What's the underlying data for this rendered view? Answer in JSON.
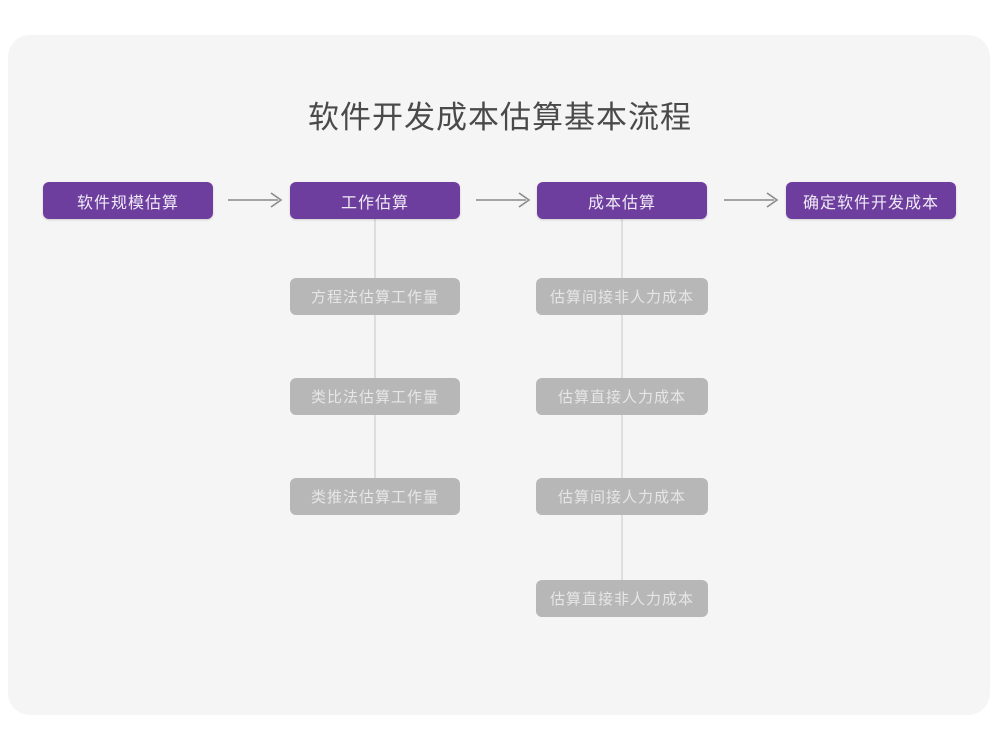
{
  "page": {
    "background_color": "#ffffff",
    "card_color": "#f5f5f5"
  },
  "diagram": {
    "title": "软件开发成本估算基本流程",
    "type": "flowchart",
    "colors": {
      "stage_fill": "#6d3e9e",
      "stage_text": "#f0eaf6",
      "sub_fill": "#b7b7b7",
      "sub_text": "#e6e6e6",
      "connector": "#dedede",
      "arrow": "#888888",
      "title_text": "#4a4a4a"
    },
    "stages": [
      {
        "id": "stage-1",
        "label": "软件规模估算",
        "substeps": []
      },
      {
        "id": "stage-2",
        "label": "工作估算",
        "substeps": [
          "方程法估算工作量",
          "类比法估算工作量",
          "类推法估算工作量"
        ]
      },
      {
        "id": "stage-3",
        "label": "成本估算",
        "substeps": [
          "估算间接非人力成本",
          "估算直接人力成本",
          "估算间接人力成本",
          "估算直接非人力成本"
        ]
      },
      {
        "id": "stage-4",
        "label": "确定软件开发成本",
        "substeps": []
      }
    ],
    "arrows": [
      {
        "id": "arrow-1",
        "from": "stage-1",
        "to": "stage-2"
      },
      {
        "id": "arrow-2",
        "from": "stage-2",
        "to": "stage-3"
      },
      {
        "id": "arrow-3",
        "from": "stage-3",
        "to": "stage-4"
      }
    ]
  }
}
